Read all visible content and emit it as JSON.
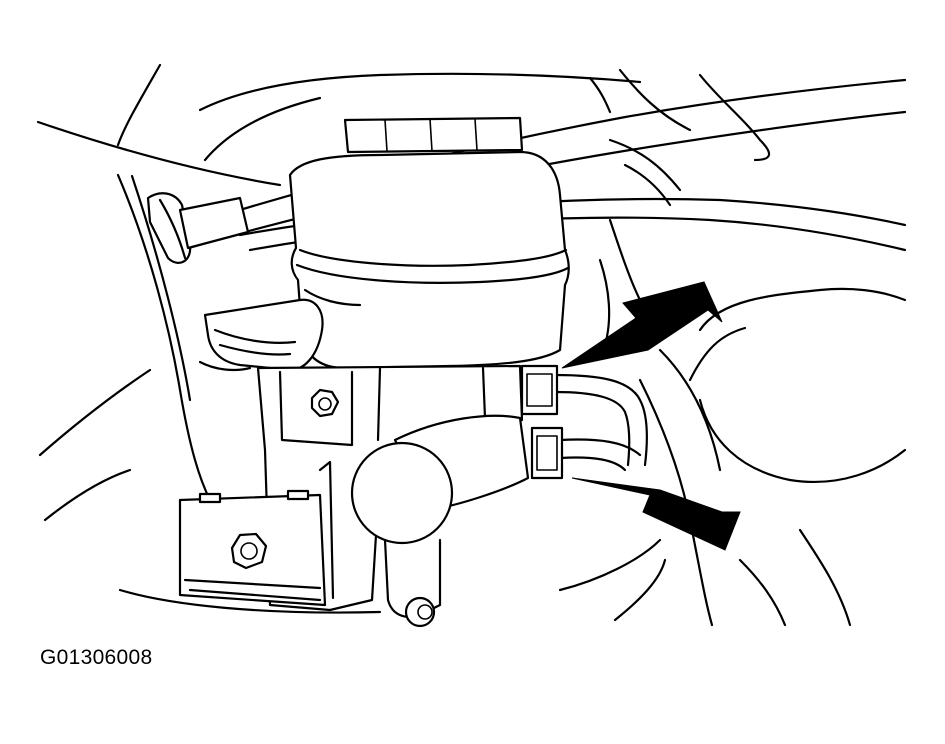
{
  "figure": {
    "code": "G01306008"
  },
  "callouts": [
    {
      "target": "upper-brake-line-fitting",
      "style": "solid-black-arrow"
    },
    {
      "target": "lower-brake-line-fitting",
      "style": "solid-black-arrow"
    }
  ]
}
